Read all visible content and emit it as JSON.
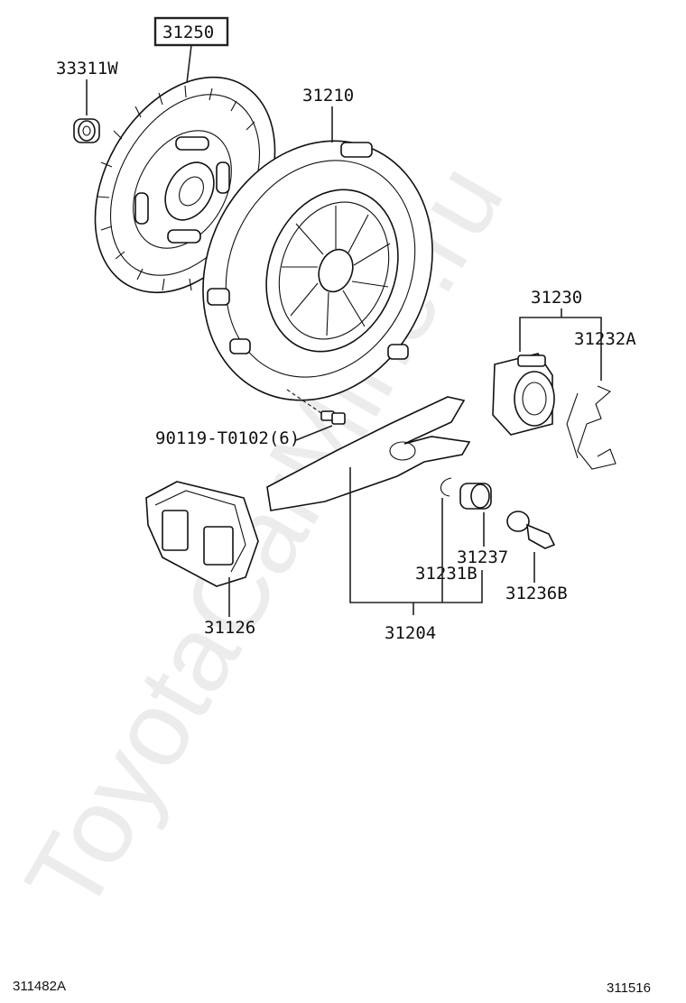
{
  "diagram": {
    "watermark": "ToyotaCarMine.ru",
    "parts": {
      "clutch_disc": "31250",
      "pilot_bearing": "33311W",
      "pressure_plate": "31210",
      "release_bearing_assy": "31230",
      "bearing_clip": "31232A",
      "bolt": "90119-T0102(6)",
      "boot": "31126",
      "release_fork_assy": "31204",
      "fork_clip": "31231B",
      "fork_support_cushion": "31237",
      "fork_support": "31236B"
    },
    "footer": {
      "left_code": "311482A",
      "right_code": "311516"
    }
  }
}
